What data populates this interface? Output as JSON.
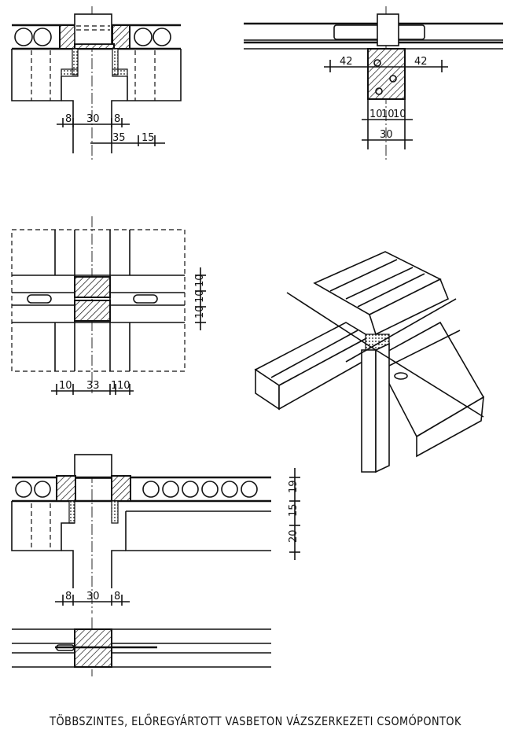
{
  "caption": "TÖBBSZINTES, ELŐREGYÁRTOTT VASBETON VÁZSZERKEZETI CSOMÓPONTOK",
  "detail_1": {
    "dims": [
      "8",
      "30",
      "8",
      "35",
      "15"
    ]
  },
  "detail_2": {
    "dims": [
      "42",
      "42",
      "10",
      "10",
      "10",
      "30"
    ]
  },
  "detail_3": {
    "vertical_dims": [
      "10",
      "10",
      "10"
    ],
    "bottom_dims": [
      "10",
      "33",
      "1",
      "10"
    ]
  },
  "detail_5": {
    "vertical_dims": [
      "19",
      "15",
      "20"
    ],
    "bottom_dims": [
      "8",
      "30",
      "8"
    ]
  }
}
